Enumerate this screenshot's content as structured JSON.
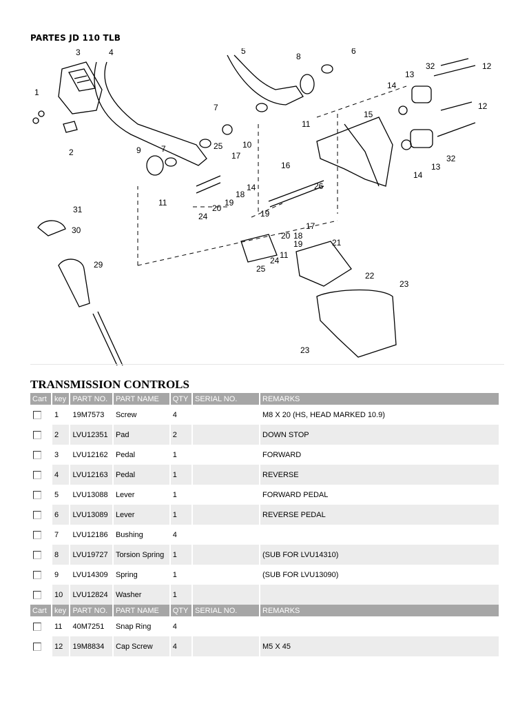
{
  "document": {
    "title": "PARTES JD 110 TLB"
  },
  "diagram": {
    "callouts": [
      "1",
      "2",
      "3",
      "4",
      "5",
      "6",
      "7",
      "7",
      "8",
      "9",
      "10",
      "11",
      "11",
      "11",
      "12",
      "12",
      "13",
      "13",
      "14",
      "14",
      "14",
      "15",
      "16",
      "17",
      "17",
      "18",
      "18",
      "19",
      "19",
      "19",
      "20",
      "20",
      "21",
      "22",
      "23",
      "23",
      "24",
      "24",
      "25",
      "25",
      "26",
      "29",
      "30",
      "31",
      "32",
      "32"
    ]
  },
  "section": {
    "title": "TRANSMISSION CONTROLS",
    "columns": [
      "Cart",
      "key",
      "PART NO.",
      "PART NAME",
      "QTY",
      "SERIAL NO.",
      "REMARKS"
    ],
    "rows": [
      {
        "key": "1",
        "part_no": "19M7573",
        "name": "Screw",
        "qty": "4",
        "serial": "",
        "remarks": "M8 X 20 (HS, HEAD MARKED 10.9)"
      },
      {
        "key": "2",
        "part_no": "LVU12351",
        "name": "Pad",
        "qty": "2",
        "serial": "",
        "remarks": "DOWN STOP"
      },
      {
        "key": "3",
        "part_no": "LVU12162",
        "name": "Pedal",
        "qty": "1",
        "serial": "",
        "remarks": "FORWARD"
      },
      {
        "key": "4",
        "part_no": "LVU12163",
        "name": "Pedal",
        "qty": "1",
        "serial": "",
        "remarks": "REVERSE"
      },
      {
        "key": "5",
        "part_no": "LVU13088",
        "name": "Lever",
        "qty": "1",
        "serial": "",
        "remarks": "FORWARD PEDAL"
      },
      {
        "key": "6",
        "part_no": "LVU13089",
        "name": "Lever",
        "qty": "1",
        "serial": "",
        "remarks": "REVERSE PEDAL"
      },
      {
        "key": "7",
        "part_no": "LVU12186",
        "name": "Bushing",
        "qty": "4",
        "serial": "",
        "remarks": ""
      },
      {
        "key": "8",
        "part_no": "LVU19727",
        "name": "Torsion Spring",
        "qty": "1",
        "serial": "",
        "remarks": "(SUB FOR LVU14310)"
      },
      {
        "key": "9",
        "part_no": "LVU14309",
        "name": "Spring",
        "qty": "1",
        "serial": "",
        "remarks": "(SUB FOR LVU13090)"
      },
      {
        "key": "10",
        "part_no": "LVU12824",
        "name": "Washer",
        "qty": "1",
        "serial": "",
        "remarks": ""
      }
    ],
    "rows2": [
      {
        "key": "11",
        "part_no": "40M7251",
        "name": "Snap Ring",
        "qty": "4",
        "serial": "",
        "remarks": ""
      },
      {
        "key": "12",
        "part_no": "19M8834",
        "name": "Cap Screw",
        "qty": "4",
        "serial": "",
        "remarks": "M5 X 45"
      }
    ]
  }
}
